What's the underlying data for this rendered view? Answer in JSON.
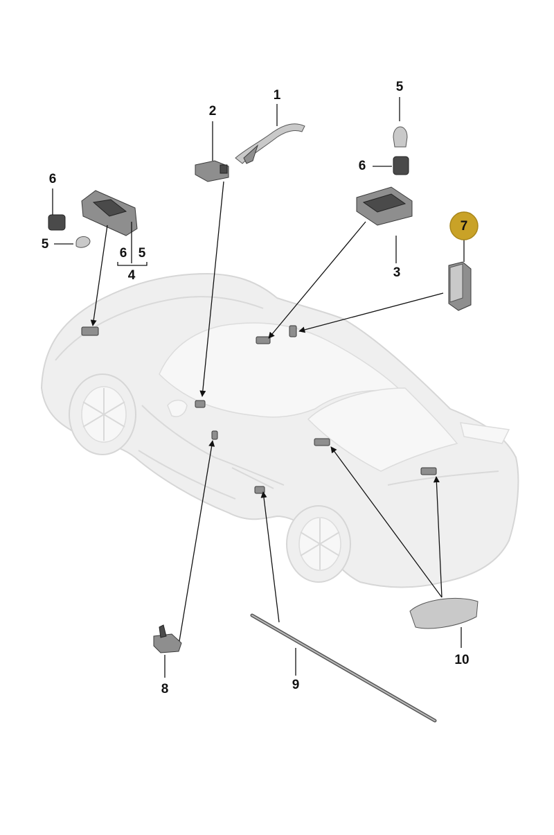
{
  "diagram": {
    "callouts": [
      {
        "id": "1",
        "label": "1"
      },
      {
        "id": "2",
        "label": "2"
      },
      {
        "id": "3",
        "label": "3"
      },
      {
        "id": "4",
        "label": "4"
      },
      {
        "id": "5a",
        "label": "5"
      },
      {
        "id": "5b",
        "label": "5"
      },
      {
        "id": "5c",
        "label": "5"
      },
      {
        "id": "6a",
        "label": "6"
      },
      {
        "id": "6b",
        "label": "6"
      },
      {
        "id": "6c",
        "label": "6"
      },
      {
        "id": "7",
        "label": "7"
      },
      {
        "id": "8",
        "label": "8"
      },
      {
        "id": "9",
        "label": "9"
      },
      {
        "id": "10",
        "label": "10"
      }
    ],
    "highlighted_callout": "7",
    "colors": {
      "highlight_fill": "#c9a227",
      "highlight_stroke": "#a8861a",
      "leader_line": "#111111",
      "car_body": "#efefef",
      "part_grey": "#8e8e8e"
    }
  }
}
